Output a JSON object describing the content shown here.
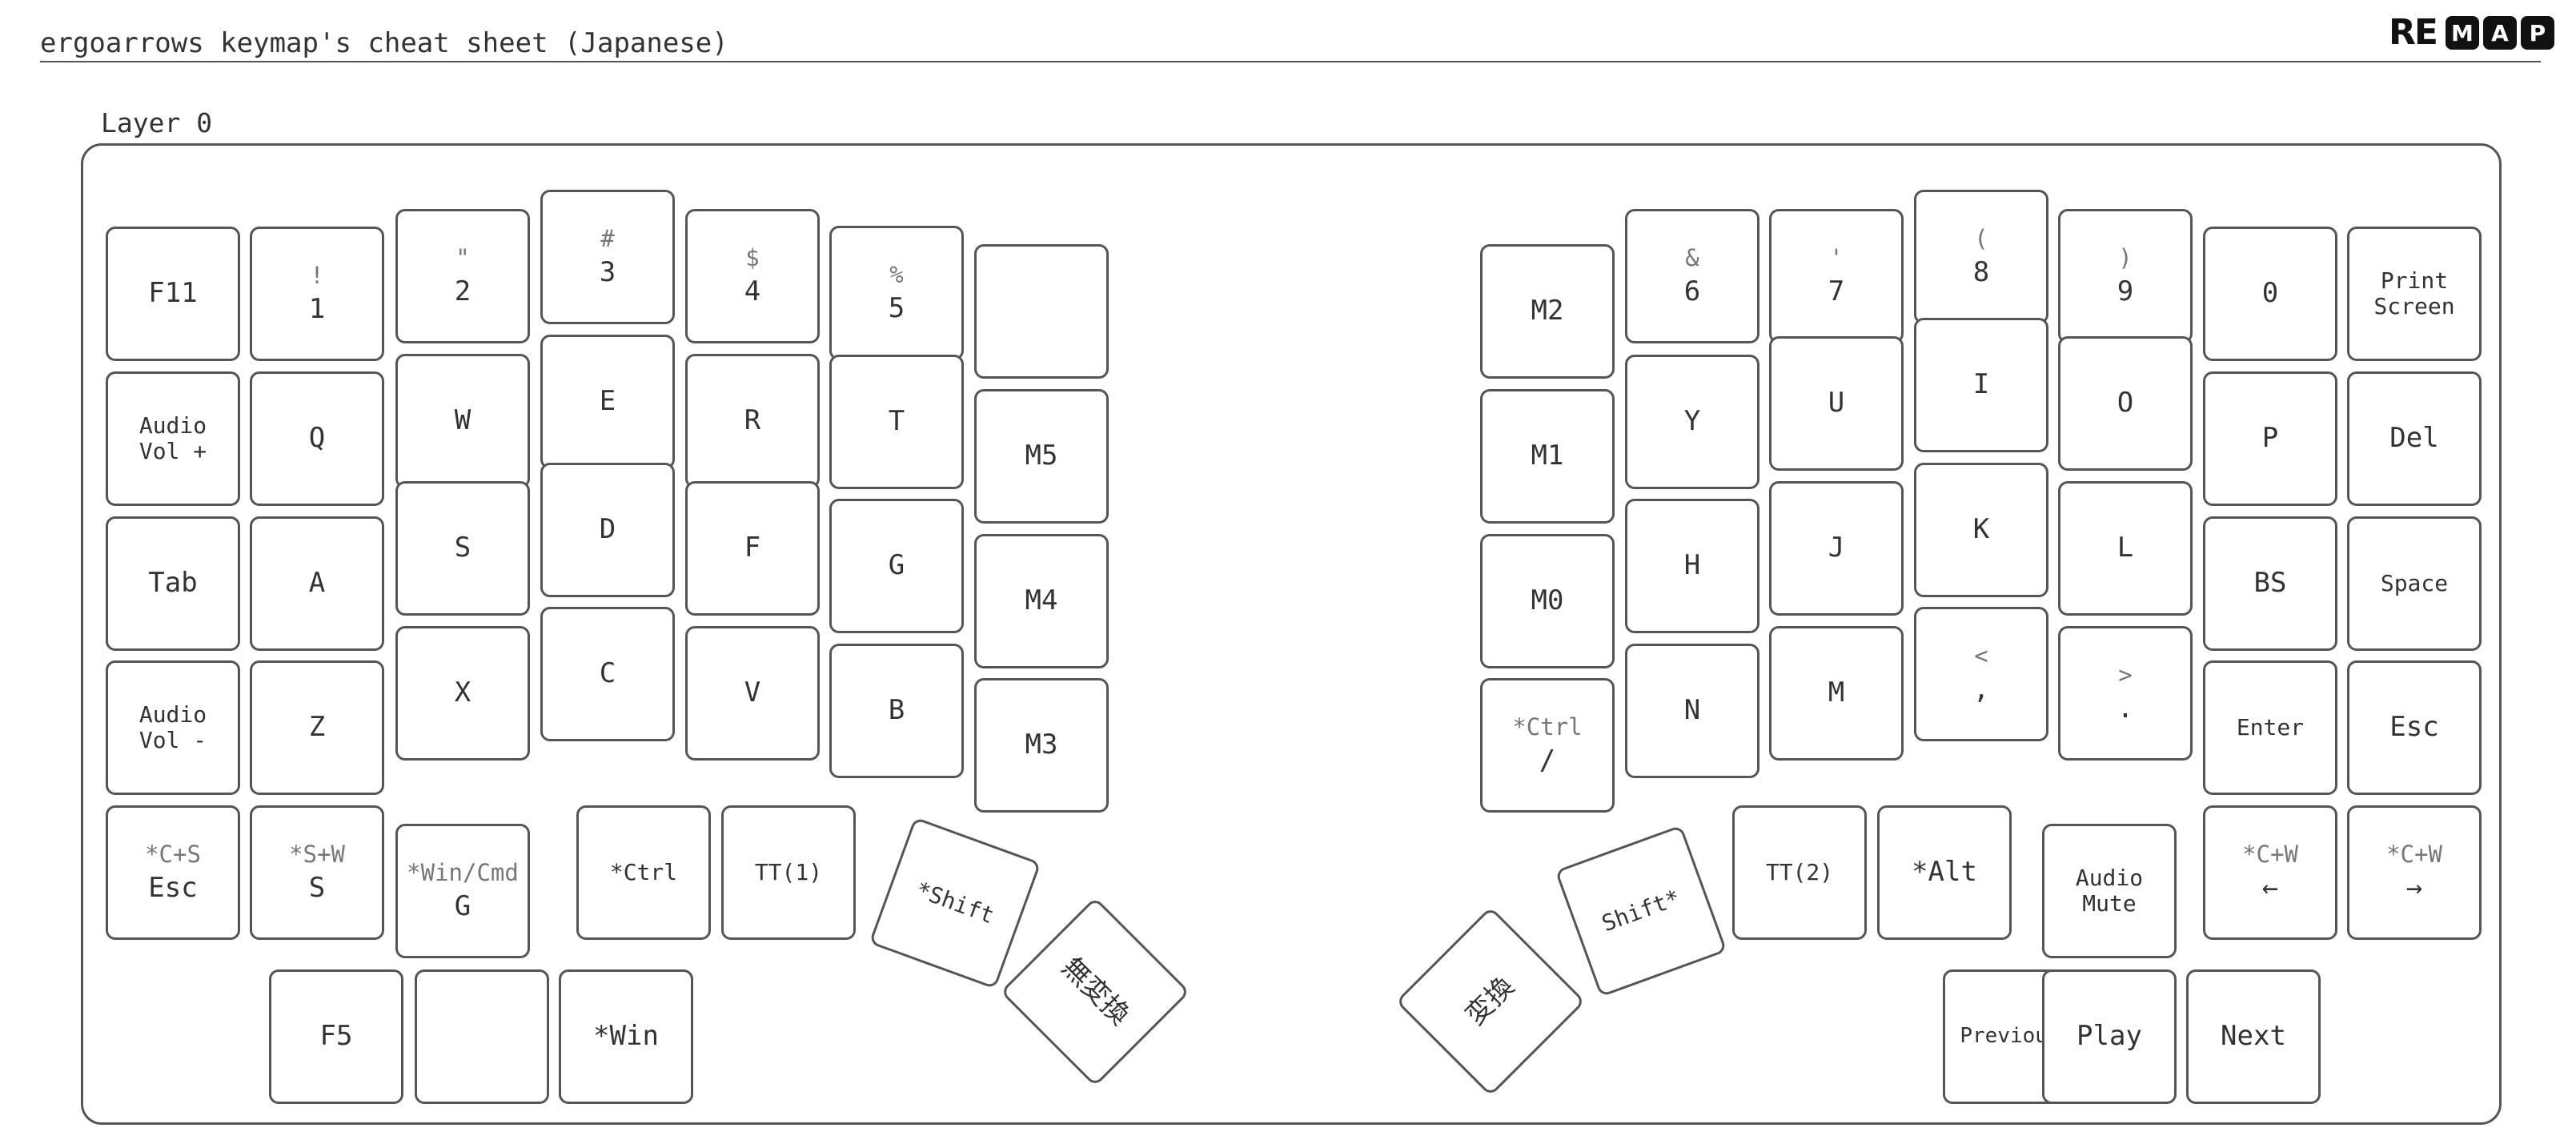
{
  "title": "ergoarrows keymap's cheat sheet (Japanese)",
  "logo": {
    "prefix": "RE",
    "blocks": [
      "M",
      "A",
      "P"
    ]
  },
  "layer": {
    "label": "Layer 0"
  },
  "left_keys": [
    {
      "id": "f11",
      "label": "F11"
    },
    {
      "id": "1",
      "shift": "!",
      "label": "1"
    },
    {
      "id": "2",
      "shift": "\"",
      "label": "2"
    },
    {
      "id": "3",
      "shift": "#",
      "label": "3"
    },
    {
      "id": "4",
      "shift": "$",
      "label": "4"
    },
    {
      "id": "5",
      "shift": "%",
      "label": "5"
    },
    {
      "id": "blank-top",
      "label": ""
    },
    {
      "id": "audio-vol-up",
      "label": "Audio\nVol +"
    },
    {
      "id": "q",
      "label": "Q"
    },
    {
      "id": "w",
      "label": "W"
    },
    {
      "id": "e",
      "label": "E"
    },
    {
      "id": "r",
      "label": "R"
    },
    {
      "id": "t",
      "label": "T"
    },
    {
      "id": "m5",
      "label": "M5"
    },
    {
      "id": "tab",
      "label": "Tab"
    },
    {
      "id": "a",
      "label": "A"
    },
    {
      "id": "s",
      "label": "S"
    },
    {
      "id": "d",
      "label": "D"
    },
    {
      "id": "f",
      "label": "F"
    },
    {
      "id": "g",
      "label": "G"
    },
    {
      "id": "m4",
      "label": "M4"
    },
    {
      "id": "audio-vol-down",
      "label": "Audio\nVol -"
    },
    {
      "id": "z",
      "label": "Z"
    },
    {
      "id": "x",
      "label": "X"
    },
    {
      "id": "c",
      "label": "C"
    },
    {
      "id": "v",
      "label": "V"
    },
    {
      "id": "b",
      "label": "B"
    },
    {
      "id": "m3",
      "label": "M3"
    },
    {
      "id": "csesc",
      "shift": "*C+S",
      "label": "Esc"
    },
    {
      "id": "sws",
      "shift": "*S+W",
      "label": "S"
    },
    {
      "id": "wincmdg",
      "shift": "*Win/Cmd",
      "label": "G"
    },
    {
      "id": "ctrl",
      "label": "*Ctrl"
    },
    {
      "id": "tt1",
      "label": "TT(1)"
    },
    {
      "id": "shift-l",
      "label": "*Shift"
    },
    {
      "id": "muhenkan",
      "label": "無変換"
    },
    {
      "id": "f5",
      "label": "F5"
    },
    {
      "id": "blank-bottom",
      "label": ""
    },
    {
      "id": "win",
      "label": "*Win"
    }
  ],
  "right_keys": [
    {
      "id": "m2",
      "label": "M2"
    },
    {
      "id": "6",
      "shift": "&",
      "label": "6"
    },
    {
      "id": "7",
      "shift": "'",
      "label": "7"
    },
    {
      "id": "8",
      "shift": "(",
      "label": "8"
    },
    {
      "id": "9",
      "shift": ")",
      "label": "9"
    },
    {
      "id": "0",
      "label": "0"
    },
    {
      "id": "print-screen",
      "label": "Print\nScreen"
    },
    {
      "id": "m1",
      "label": "M1"
    },
    {
      "id": "y",
      "label": "Y"
    },
    {
      "id": "u",
      "label": "U"
    },
    {
      "id": "i",
      "label": "I"
    },
    {
      "id": "o",
      "label": "O"
    },
    {
      "id": "p",
      "label": "P"
    },
    {
      "id": "del",
      "label": "Del"
    },
    {
      "id": "m0",
      "label": "M0"
    },
    {
      "id": "h",
      "label": "H"
    },
    {
      "id": "j",
      "label": "J"
    },
    {
      "id": "k",
      "label": "K"
    },
    {
      "id": "l",
      "label": "L"
    },
    {
      "id": "bs",
      "label": "BS"
    },
    {
      "id": "space",
      "label": "Space"
    },
    {
      "id": "ctrl-slash",
      "shift": "*Ctrl",
      "label": "/"
    },
    {
      "id": "n",
      "label": "N"
    },
    {
      "id": "m",
      "label": "M"
    },
    {
      "id": "comma",
      "shift": "<",
      "label": ","
    },
    {
      "id": "period",
      "shift": ">",
      "label": "."
    },
    {
      "id": "enter",
      "label": "Enter"
    },
    {
      "id": "esc",
      "label": "Esc"
    },
    {
      "id": "henkan",
      "label": "変換"
    },
    {
      "id": "shift-r",
      "label": "Shift*"
    },
    {
      "id": "tt2",
      "label": "TT(2)"
    },
    {
      "id": "alt",
      "label": "*Alt"
    },
    {
      "id": "audio-mute",
      "label": "Audio\nMute"
    },
    {
      "id": "cw-left",
      "shift": "*C+W",
      "label": "←"
    },
    {
      "id": "cw-right",
      "shift": "*C+W",
      "label": "→"
    },
    {
      "id": "previous",
      "label": "Previous"
    },
    {
      "id": "play",
      "label": "Play"
    },
    {
      "id": "next",
      "label": "Next"
    }
  ]
}
